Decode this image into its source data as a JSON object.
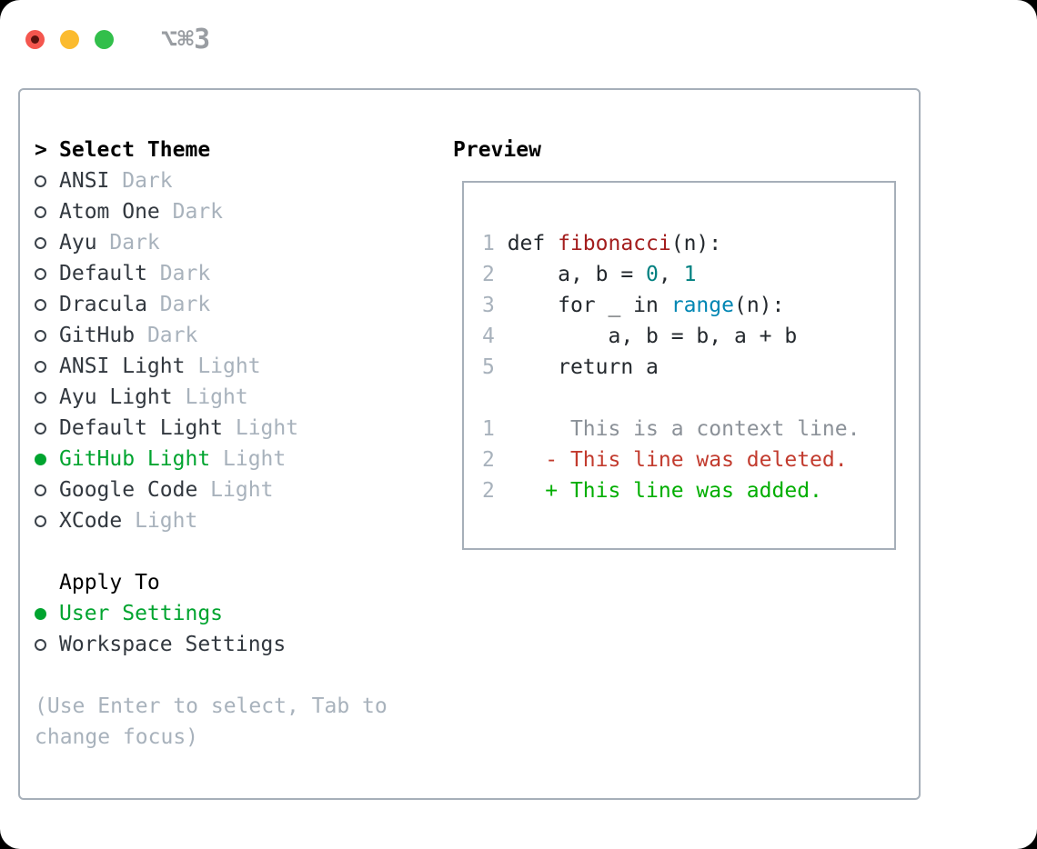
{
  "window": {
    "title": "⌥⌘3"
  },
  "traffic_lights": [
    {
      "name": "close",
      "has_dot": true
    },
    {
      "name": "minimize",
      "has_dot": false
    },
    {
      "name": "maximize",
      "has_dot": false
    }
  ],
  "theme_selector": {
    "prompt": ">",
    "title": "Select Theme",
    "themes": [
      {
        "name": "ANSI",
        "variant": "Dark",
        "selected": false
      },
      {
        "name": "Atom One",
        "variant": "Dark",
        "selected": false
      },
      {
        "name": "Ayu",
        "variant": "Dark",
        "selected": false
      },
      {
        "name": "Default",
        "variant": "Dark",
        "selected": false
      },
      {
        "name": "Dracula",
        "variant": "Dark",
        "selected": false
      },
      {
        "name": "GitHub",
        "variant": "Dark",
        "selected": false
      },
      {
        "name": "ANSI Light",
        "variant": "Light",
        "selected": false
      },
      {
        "name": "Ayu Light",
        "variant": "Light",
        "selected": false
      },
      {
        "name": "Default Light",
        "variant": "Light",
        "selected": false
      },
      {
        "name": "GitHub Light",
        "variant": "Light",
        "selected": true
      },
      {
        "name": "Google Code",
        "variant": "Light",
        "selected": false
      },
      {
        "name": "XCode",
        "variant": "Light",
        "selected": false
      }
    ],
    "apply_to": {
      "title": "Apply To",
      "options": [
        {
          "label": "User Settings",
          "selected": true
        },
        {
          "label": "Workspace Settings",
          "selected": false
        }
      ]
    },
    "help_text": "(Use Enter to select, Tab to change focus)"
  },
  "preview": {
    "title": "Preview",
    "lines": [
      {
        "tokens": [
          {
            "t": "1 ",
            "c": "ln"
          },
          {
            "t": "def ",
            "c": "fg"
          },
          {
            "t": "fibonacci",
            "c": "func"
          },
          {
            "t": "(n):",
            "c": "fg"
          }
        ]
      },
      {
        "tokens": [
          {
            "t": "2 ",
            "c": "ln"
          },
          {
            "t": "    a, b = ",
            "c": "fg"
          },
          {
            "t": "0",
            "c": "num"
          },
          {
            "t": ", ",
            "c": "fg"
          },
          {
            "t": "1",
            "c": "num"
          }
        ]
      },
      {
        "tokens": [
          {
            "t": "3 ",
            "c": "ln"
          },
          {
            "t": "    for _ in ",
            "c": "fg"
          },
          {
            "t": "range",
            "c": "call"
          },
          {
            "t": "(n):",
            "c": "fg"
          }
        ]
      },
      {
        "tokens": [
          {
            "t": "4 ",
            "c": "ln"
          },
          {
            "t": "        a, b = b, a + b",
            "c": "fg"
          }
        ]
      },
      {
        "tokens": [
          {
            "t": "5 ",
            "c": "ln"
          },
          {
            "t": "    return a",
            "c": "fg"
          }
        ]
      },
      {
        "tokens": []
      },
      {
        "tokens": [
          {
            "t": "1 ",
            "c": "ln"
          },
          {
            "t": "     This is a context line.",
            "c": "ctx"
          }
        ]
      },
      {
        "tokens": [
          {
            "t": "2 ",
            "c": "ln"
          },
          {
            "t": "   ",
            "c": "fg"
          },
          {
            "t": "- This line was deleted.",
            "c": "del"
          }
        ]
      },
      {
        "tokens": [
          {
            "t": "2 ",
            "c": "ln"
          },
          {
            "t": "   ",
            "c": "fg"
          },
          {
            "t": "+ This line was added.",
            "c": "add"
          }
        ]
      }
    ]
  },
  "colors": {
    "traffic-red": "#f4564e",
    "traffic-red-dot": "#5a120d",
    "traffic-yellow": "#fbbb2f",
    "traffic-green": "#32bf4b",
    "title-gray": "#999da2",
    "border-gray": "#a6afb9",
    "text-black": "#000000",
    "text-dark": "#32383f",
    "radio-outline": "#3c434b",
    "muted-gray": "#a8b2bc",
    "accent-green": "#00a42f",
    "code-fg": "#24292e",
    "func-red": "#a31d1d",
    "number-teal": "#008080",
    "call-blue": "#0086b3",
    "context-gray": "#8b9198",
    "diff-red": "#c23b2e",
    "diff-green": "#00ae00"
  }
}
